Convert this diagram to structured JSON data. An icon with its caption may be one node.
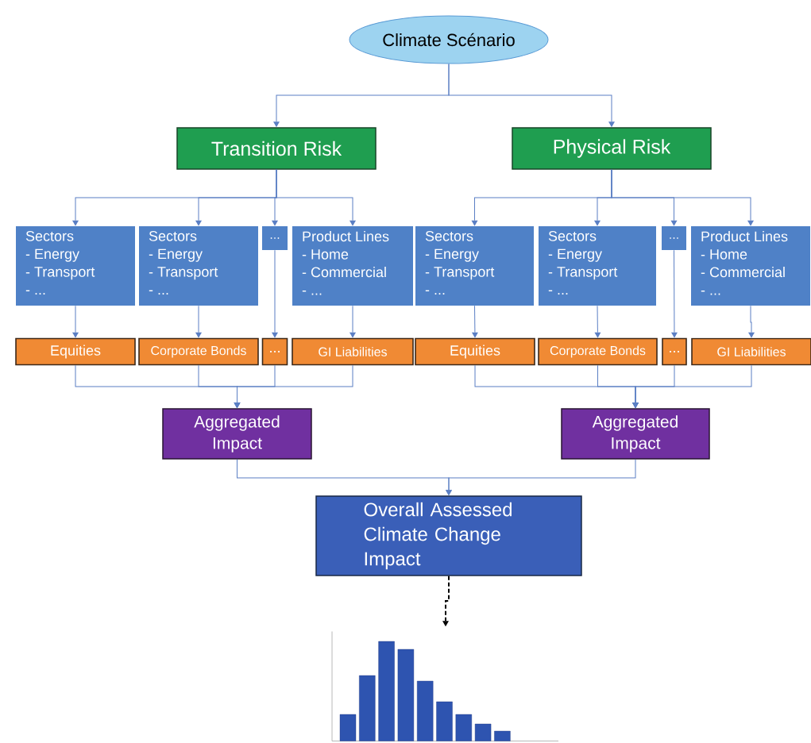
{
  "diagram": {
    "nodes": [
      {
        "text": [
          "Climate Scénario"
        ]
      },
      {
        "text": [
          "Transition Risk"
        ]
      },
      {
        "text": [
          "Physical Risk"
        ]
      },
      {
        "text": [
          "Sectors",
          "- Energy",
          "- Transport",
          "- ..."
        ]
      },
      {
        "text": [
          "Sectors",
          "- Energy",
          "- Transport",
          "- ..."
        ]
      },
      {
        "text": [
          "..."
        ]
      },
      {
        "text": [
          "Product Lines",
          "- Home",
          "- Commercial",
          "- ..."
        ]
      },
      {
        "text": [
          "Sectors",
          "- Energy",
          "- Transport",
          "- ..."
        ]
      },
      {
        "text": [
          "Sectors",
          "- Energy",
          "- Transport",
          "- ..."
        ]
      },
      {
        "text": [
          "..."
        ]
      },
      {
        "text": [
          "Product Lines",
          "- Home",
          "- Commercial",
          "- ..."
        ]
      },
      {
        "text": [
          "Equities"
        ]
      },
      {
        "text": [
          "Corporate Bonds"
        ]
      },
      {
        "text": [
          "..."
        ]
      },
      {
        "text": [
          "GI Liabilities"
        ]
      },
      {
        "text": [
          "Equities"
        ]
      },
      {
        "text": [
          "Corporate Bonds"
        ]
      },
      {
        "text": [
          "..."
        ]
      },
      {
        "text": [
          "GI Liabilities"
        ]
      },
      {
        "text": [
          "Aggregated Impact"
        ]
      },
      {
        "text": [
          "Aggregated Impact"
        ]
      },
      {
        "text": [
          "Overall Assessed Climate Change Impact"
        ]
      },
      {
        "text": [],
        "shape": "picture"
      }
    ],
    "edges": [
      {
        "from": 0,
        "to": 1,
        "arrow": "to"
      },
      {
        "from": 0,
        "to": 2,
        "arrow": "to"
      },
      {
        "from": 1,
        "to": 3,
        "arrow": "to"
      },
      {
        "from": 1,
        "to": 4,
        "arrow": "to"
      },
      {
        "from": 1,
        "to": 5,
        "arrow": "to"
      },
      {
        "from": 1,
        "to": 6,
        "arrow": "to"
      },
      {
        "from": 2,
        "to": 7,
        "arrow": "to"
      },
      {
        "from": 2,
        "to": 8,
        "arrow": "to"
      },
      {
        "from": 2,
        "to": 9,
        "arrow": "to"
      },
      {
        "from": 2,
        "to": 10,
        "arrow": "to"
      },
      {
        "from": 3,
        "to": 11,
        "arrow": "to"
      },
      {
        "from": 4,
        "to": 12,
        "arrow": "to"
      },
      {
        "from": 5,
        "to": 13,
        "arrow": "to"
      },
      {
        "from": 6,
        "to": 14,
        "arrow": "to"
      },
      {
        "from": 7,
        "to": 15,
        "arrow": "to"
      },
      {
        "from": 8,
        "to": 16,
        "arrow": "to"
      },
      {
        "from": 9,
        "to": 17,
        "arrow": "to"
      },
      {
        "from": 10,
        "to": 18,
        "arrow": "to"
      },
      {
        "from": 11,
        "to": 19,
        "arrow": "to"
      },
      {
        "from": 12,
        "to": 19,
        "arrow": "to"
      },
      {
        "from": 13,
        "to": 19,
        "arrow": "to"
      },
      {
        "from": 14,
        "to": 19,
        "arrow": "to"
      },
      {
        "from": 15,
        "to": 20,
        "arrow": "to"
      },
      {
        "from": 16,
        "to": 20,
        "arrow": "to"
      },
      {
        "from": 17,
        "to": 20,
        "arrow": "to"
      },
      {
        "from": 18,
        "to": 20,
        "arrow": "to"
      },
      {
        "from": 19,
        "to": 21,
        "arrow": "to"
      },
      {
        "from": 20,
        "to": 21,
        "arrow": "to"
      },
      {
        "from": 21,
        "to": 22,
        "arrow": "to",
        "style": "dashed",
        "color": "#000000"
      }
    ]
  }
}
